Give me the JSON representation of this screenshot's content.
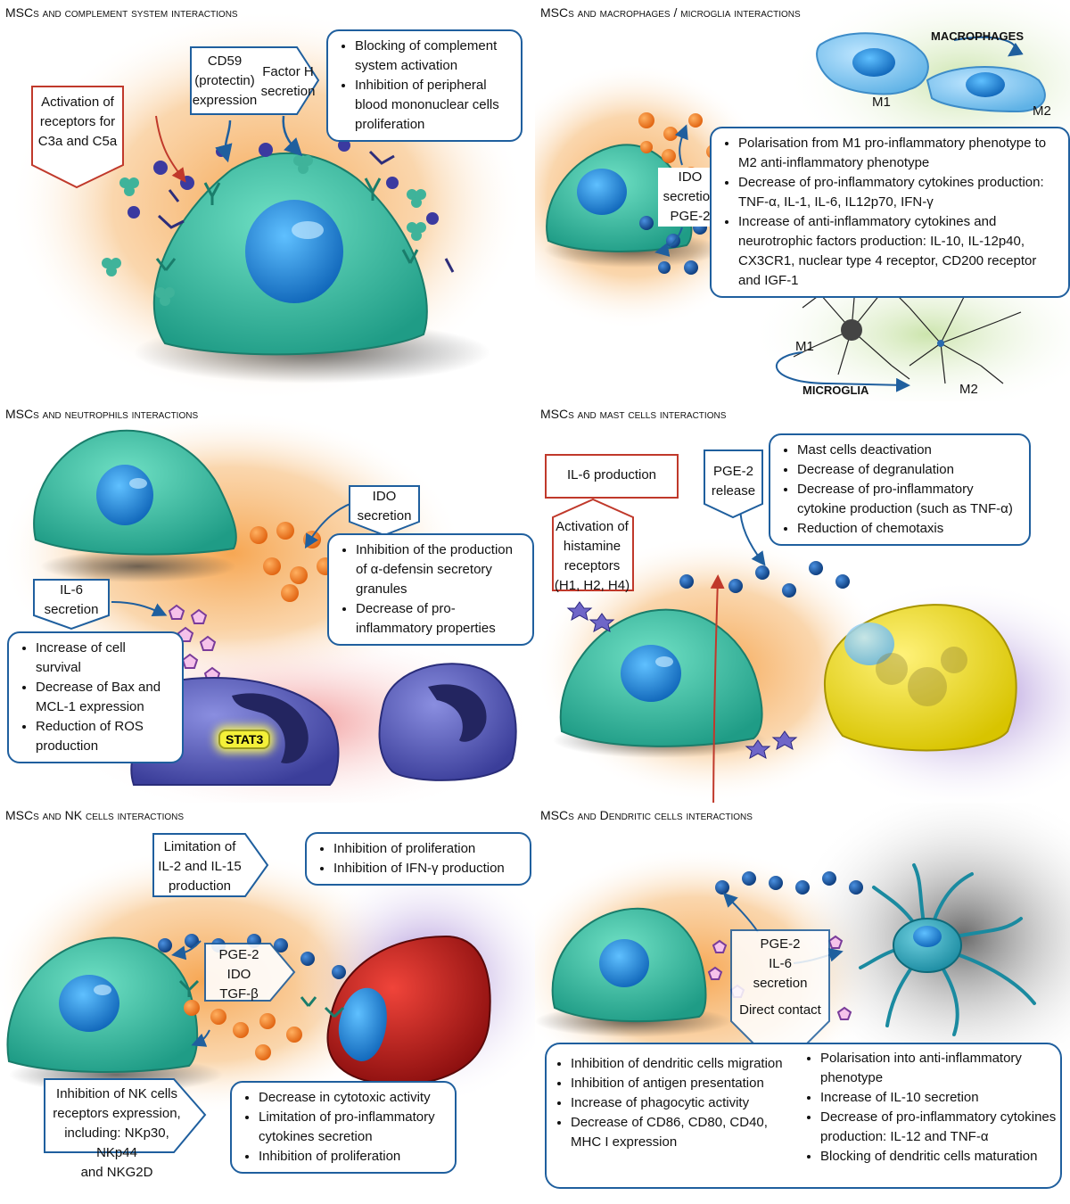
{
  "panels": {
    "complement": {
      "title": "MSCs and complement system interactions",
      "activation_line1": "Activation of",
      "activation_line2": "receptors for",
      "activation_line3": "C3a and C5a",
      "cd59_line1": "CD59",
      "cd59_line2": "(protectin)",
      "cd59_line3": "expression",
      "factorh_line1": "Factor H",
      "factorh_line2": "secretion",
      "effects": [
        "Blocking of complement system activation",
        "Inhibition of peripheral blood mononuclear cells proliferation"
      ]
    },
    "macrophages": {
      "title": "MSCs and macrophages / microglia interactions",
      "macrophages_label": "MACROPHAGES",
      "m1": "M1",
      "m2": "M2",
      "ido_line1": "IDO",
      "ido_line2": "secretion",
      "ido_line3": "PGE-2",
      "effects": [
        "Polarisation from M1 pro-inflammatory phenotype to M2 anti-inflammatory phenotype",
        "Decrease of pro-inflammatory cytokines production: TNF-α, IL-1, IL-6, IL12p70, IFN-γ",
        "Increase of anti-inflammatory cytokines and neurotrophic factors production: IL-10, IL-12p40, CX3CR1, nuclear type 4 receptor, CD200 receptor and IGF-1"
      ],
      "microglia_label": "MICROGLIA",
      "microglia_m1": "M1",
      "microglia_m2": "M2"
    },
    "neutrophils": {
      "title": "MSCs and neutrophils interactions",
      "ido_line1": "IDO",
      "ido_line2": "secretion",
      "il6_line1": "IL-6",
      "il6_line2": "secretion",
      "effects_right": [
        "Inhibition of the production of α-defensin secretory granules",
        "Decrease of pro-inflammatory properties"
      ],
      "effects_left": [
        "Increase of cell survival",
        "Decrease of Bax and MCL-1 expression",
        "Reduction of ROS production"
      ],
      "stat3": "STAT3"
    },
    "mast": {
      "title": "MSCs and mast cells interactions",
      "il6_production": "IL-6 production",
      "histamine_line1": "Activation of",
      "histamine_line2": "histamine",
      "histamine_line3": "receptors",
      "histamine_line4": "(H1, H2, H4)",
      "pge2_line1": "PGE-2",
      "pge2_line2": "release",
      "effects": [
        "Mast cells deactivation",
        "Decrease of degranulation",
        "Decrease of pro-inflammatory cytokine production (such as TNF-α)",
        "Reduction of chemotaxis"
      ]
    },
    "nk": {
      "title": "MSCs and NK cells interactions",
      "limitation_line1": "Limitation of",
      "limitation_line2": "IL-2 and IL-15",
      "limitation_line3": "production",
      "effects_top": [
        "Inhibition of proliferation",
        "Inhibition of IFN-γ production"
      ],
      "pge2": "PGE-2",
      "ido": "IDO",
      "tgfb": "TGF-β",
      "receptors_line1": "Inhibition of NK cells",
      "receptors_line2": "receptors expression,",
      "receptors_line3": "including: NKp30, NKp44",
      "receptors_line4": "and NKG2D",
      "effects_bottom": [
        "Decrease in cytotoxic activity",
        "Limitation of pro-inflammatory cytokines secretion",
        "Inhibition of proliferation"
      ]
    },
    "dendritic": {
      "title": "MSCs and Dendritic cells interactions",
      "pge2": "PGE-2",
      "il6": "IL-6",
      "secretion": "secretion",
      "direct_contact": "Direct contact",
      "effects_left": [
        "Inhibition of dendritic cells migration",
        "Inhibition of antigen presentation",
        "Increase of phagocytic activity",
        "Decrease of CD86, CD80, CD40, MHC I expression"
      ],
      "effects_right": [
        "Polarisation into anti-inflammatory phenotype",
        "Increase of IL-10 secretion",
        "Decrease of pro-inflammatory cytokines production: IL-12 and TNF-α",
        "Blocking of dendritic cells maturation"
      ]
    }
  },
  "colors": {
    "msc_fill": "#3fbfa4",
    "nucleus": "#1e88d6",
    "box_border": "#1f5f9e",
    "orange_glow": "#f6b46a",
    "activation_border": "#c0392b"
  }
}
